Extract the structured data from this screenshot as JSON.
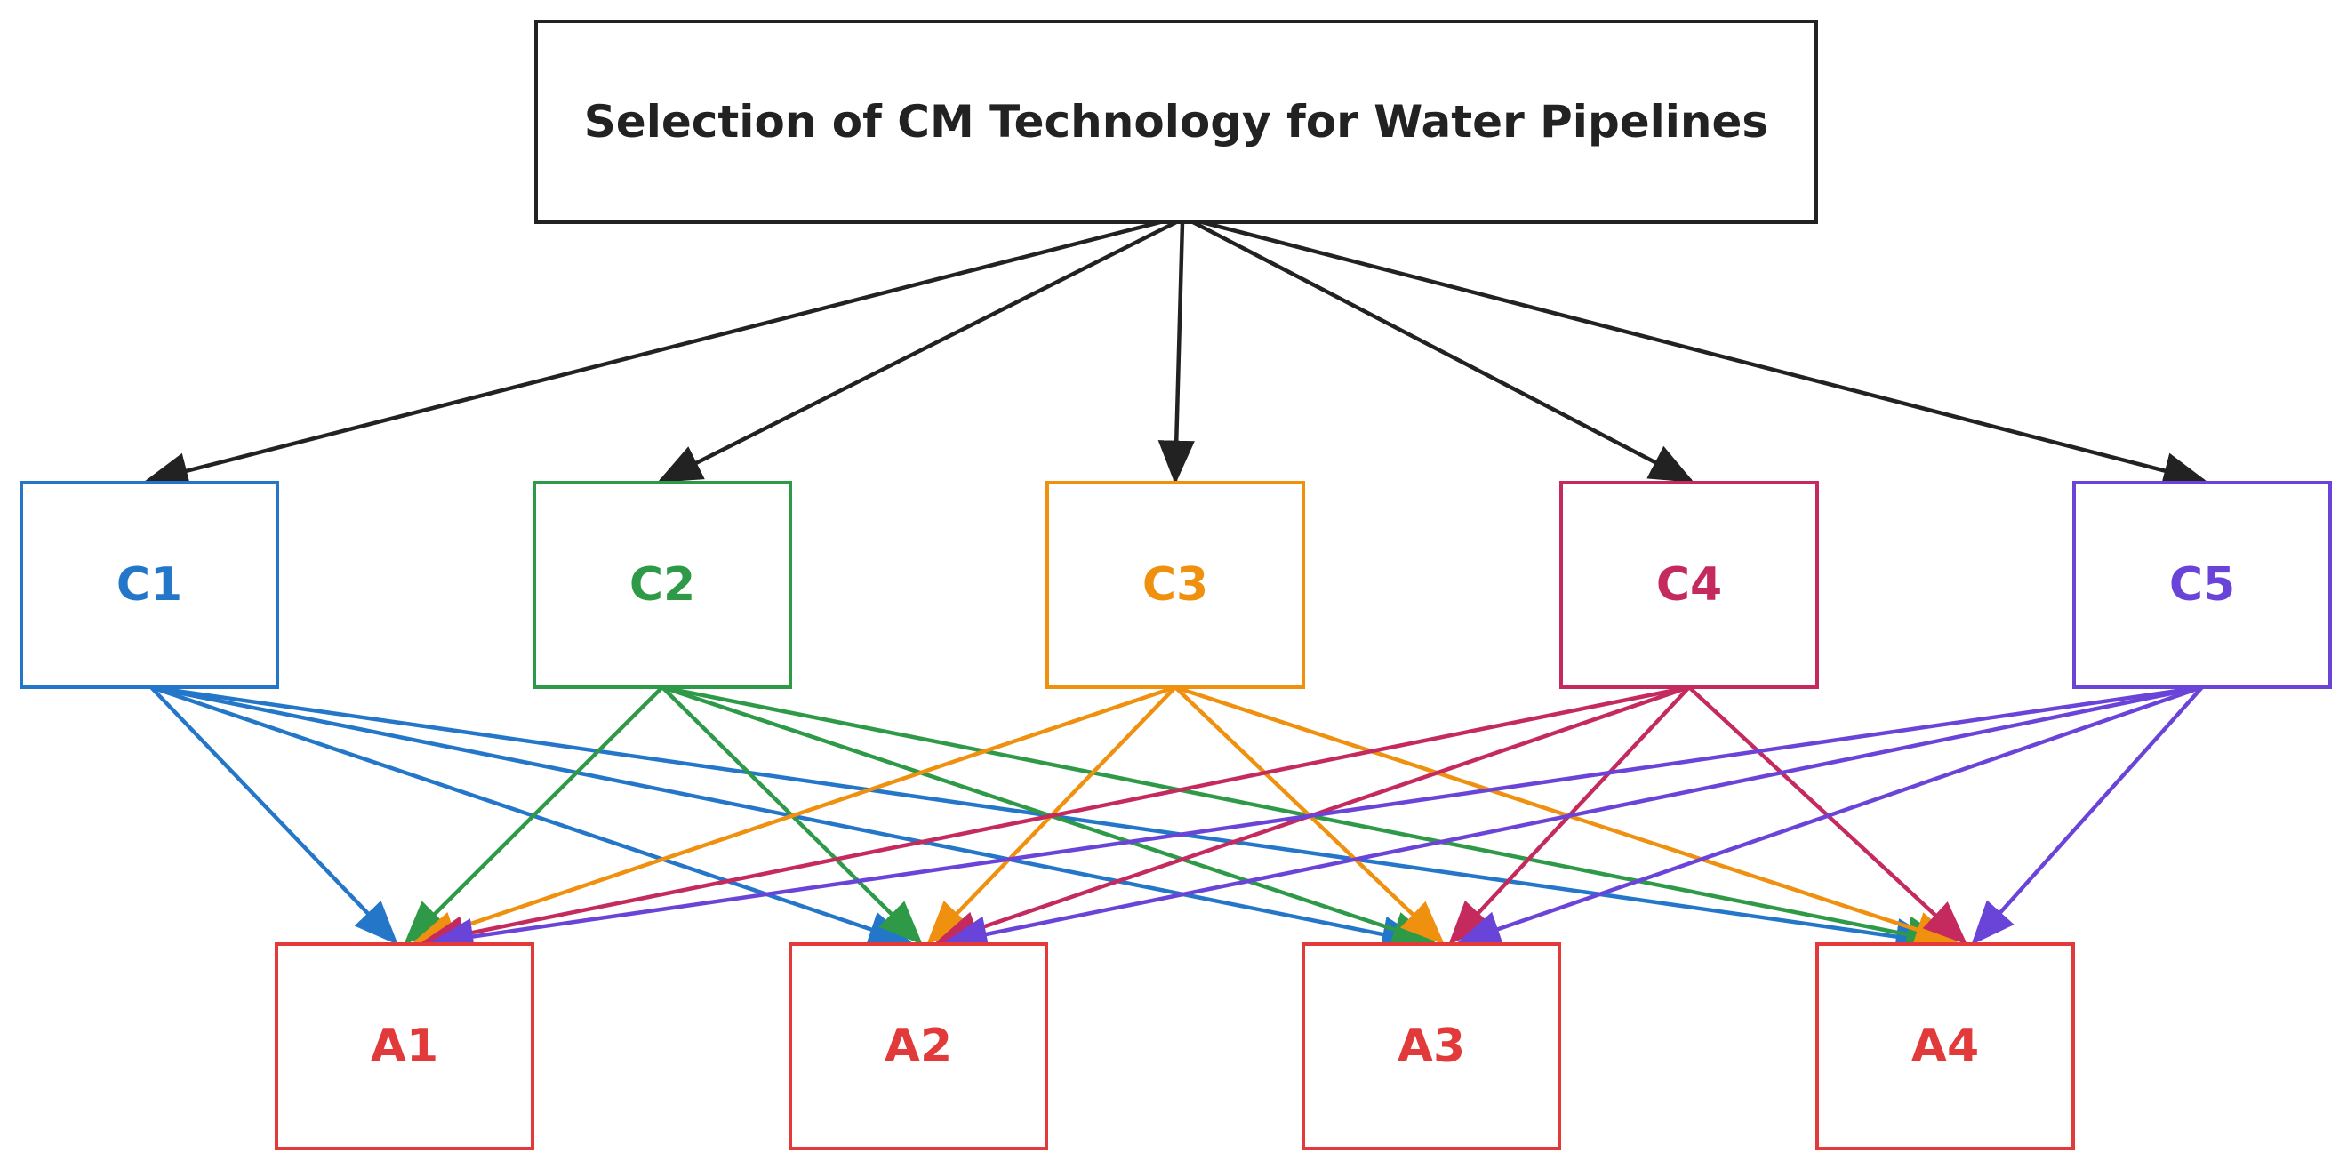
{
  "goal": {
    "label": "Selection of CM Technology for Water Pipelines",
    "color": "#222222"
  },
  "criteria": [
    {
      "id": "C1",
      "label": "C1",
      "color": "#2476c9"
    },
    {
      "id": "C2",
      "label": "C2",
      "color": "#2e9a48"
    },
    {
      "id": "C3",
      "label": "C3",
      "color": "#f0900f"
    },
    {
      "id": "C4",
      "label": "C4",
      "color": "#c52a5e"
    },
    {
      "id": "C5",
      "label": "C5",
      "color": "#6a44d8"
    }
  ],
  "alternatives": [
    {
      "id": "A1",
      "label": "A1",
      "color": "#e23a3a"
    },
    {
      "id": "A2",
      "label": "A2",
      "color": "#e23a3a"
    },
    {
      "id": "A3",
      "label": "A3",
      "color": "#e23a3a"
    },
    {
      "id": "A4",
      "label": "A4",
      "color": "#e23a3a"
    }
  ],
  "edges": [
    {
      "from": "goal",
      "to": "C1"
    },
    {
      "from": "goal",
      "to": "C2"
    },
    {
      "from": "goal",
      "to": "C3"
    },
    {
      "from": "goal",
      "to": "C4"
    },
    {
      "from": "goal",
      "to": "C5"
    },
    {
      "from": "C1",
      "to": "A1"
    },
    {
      "from": "C1",
      "to": "A2"
    },
    {
      "from": "C1",
      "to": "A3"
    },
    {
      "from": "C1",
      "to": "A4"
    },
    {
      "from": "C2",
      "to": "A1"
    },
    {
      "from": "C2",
      "to": "A2"
    },
    {
      "from": "C2",
      "to": "A3"
    },
    {
      "from": "C2",
      "to": "A4"
    },
    {
      "from": "C3",
      "to": "A1"
    },
    {
      "from": "C3",
      "to": "A2"
    },
    {
      "from": "C3",
      "to": "A3"
    },
    {
      "from": "C3",
      "to": "A4"
    },
    {
      "from": "C4",
      "to": "A1"
    },
    {
      "from": "C4",
      "to": "A2"
    },
    {
      "from": "C4",
      "to": "A3"
    },
    {
      "from": "C4",
      "to": "A4"
    },
    {
      "from": "C5",
      "to": "A1"
    },
    {
      "from": "C5",
      "to": "A2"
    },
    {
      "from": "C5",
      "to": "A3"
    },
    {
      "from": "C5",
      "to": "A4"
    }
  ]
}
